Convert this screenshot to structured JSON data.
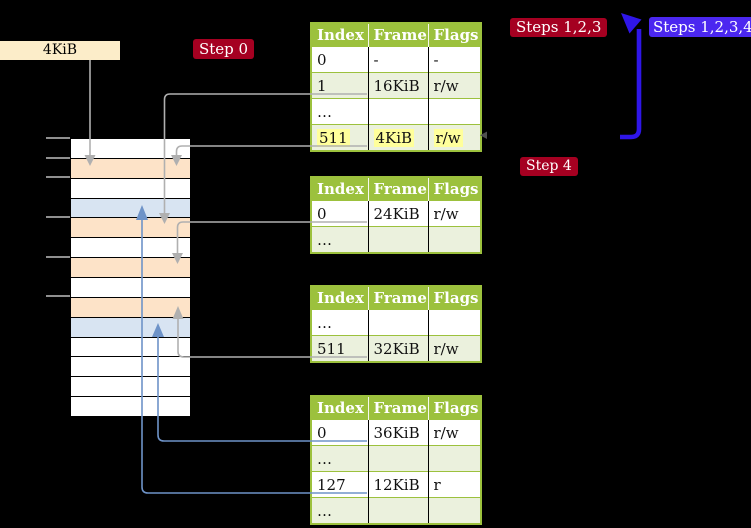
{
  "labels": {
    "frame_size_box": "4KiB",
    "step0_badge": "Step 0",
    "steps123_badge": "Steps 1,2,3",
    "steps1234_badge": "Steps 1,2,3,4",
    "step4_badge": "Step 4"
  },
  "memory_column": {
    "cells": [
      "white",
      "peach",
      "white",
      "blue",
      "peach",
      "white",
      "peach",
      "white",
      "peach",
      "blue",
      "white",
      "white",
      "white",
      "white"
    ],
    "tick_count": 6
  },
  "page_tables": [
    {
      "id": "top",
      "headers": [
        "Index",
        "Frame",
        "Flags"
      ],
      "rows": [
        {
          "cells": [
            "0",
            "-",
            "-"
          ],
          "shaded": false,
          "highlight": [
            false,
            false,
            false
          ]
        },
        {
          "cells": [
            "1",
            "16KiB",
            "r/w"
          ],
          "shaded": true,
          "highlight": [
            false,
            false,
            false
          ]
        },
        {
          "cells": [
            "…",
            "",
            ""
          ],
          "shaded": false,
          "highlight": [
            false,
            false,
            false
          ]
        },
        {
          "cells": [
            "511",
            "4KiB",
            "r/w"
          ],
          "shaded": true,
          "highlight": [
            true,
            true,
            true
          ]
        }
      ]
    },
    {
      "id": "second",
      "headers": [
        "Index",
        "Frame",
        "Flags"
      ],
      "rows": [
        {
          "cells": [
            "0",
            "24KiB",
            "r/w"
          ],
          "shaded": false,
          "highlight": [
            false,
            false,
            false
          ]
        },
        {
          "cells": [
            "…",
            "",
            ""
          ],
          "shaded": true,
          "highlight": [
            false,
            false,
            false
          ]
        }
      ]
    },
    {
      "id": "third",
      "headers": [
        "Index",
        "Frame",
        "Flags"
      ],
      "rows": [
        {
          "cells": [
            "…",
            "",
            ""
          ],
          "shaded": false,
          "highlight": [
            false,
            false,
            false
          ]
        },
        {
          "cells": [
            "511",
            "32KiB",
            "r/w"
          ],
          "shaded": true,
          "highlight": [
            false,
            false,
            false
          ]
        }
      ]
    },
    {
      "id": "bottom",
      "headers": [
        "Index",
        "Frame",
        "Flags"
      ],
      "rows": [
        {
          "cells": [
            "0",
            "36KiB",
            "r/w"
          ],
          "shaded": false,
          "highlight": [
            false,
            false,
            false
          ]
        },
        {
          "cells": [
            "…",
            "",
            ""
          ],
          "shaded": true,
          "highlight": [
            false,
            false,
            false
          ]
        },
        {
          "cells": [
            "127",
            "12KiB",
            "r"
          ],
          "shaded": false,
          "highlight": [
            false,
            false,
            false
          ]
        },
        {
          "cells": [
            "…",
            "",
            ""
          ],
          "shaded": true,
          "highlight": [
            false,
            false,
            false
          ]
        }
      ]
    }
  ],
  "colors": {
    "table_header": "#9cc13d",
    "table_border": "#9cc13d",
    "table_row_shaded": "#ebf1dd",
    "memory_peach": "#fde3c8",
    "memory_blue": "#d8e4f2",
    "badge_red": "#a50021",
    "badge_blue": "#4b27f0",
    "big_arrow_blue": "#2f16e8",
    "connector_gray": "#b0b0b0",
    "connector_blue": "#6e93c8",
    "highlight_yellow": "#ffff9b",
    "frame_box_cream": "#fcedc9"
  }
}
